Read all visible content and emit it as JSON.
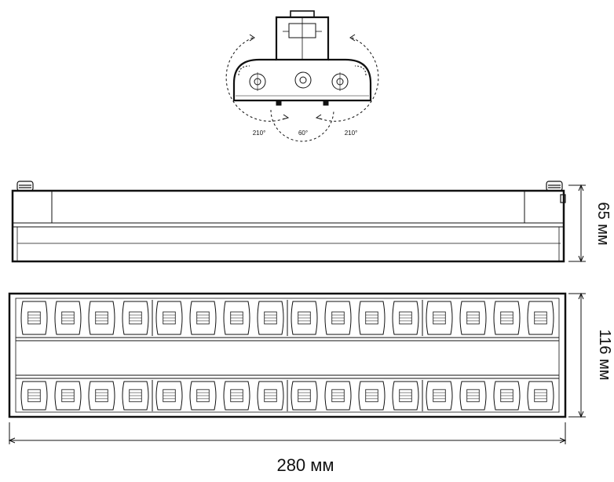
{
  "dimensions": {
    "length": "280 мм",
    "height": "65 мм",
    "width": "116 мм"
  },
  "rotation_angles": {
    "left": "210°",
    "center": "60°",
    "right": "210°"
  },
  "lens_grid": {
    "rows": 2,
    "lenses_per_row": 16,
    "lenses_per_module": 4
  }
}
